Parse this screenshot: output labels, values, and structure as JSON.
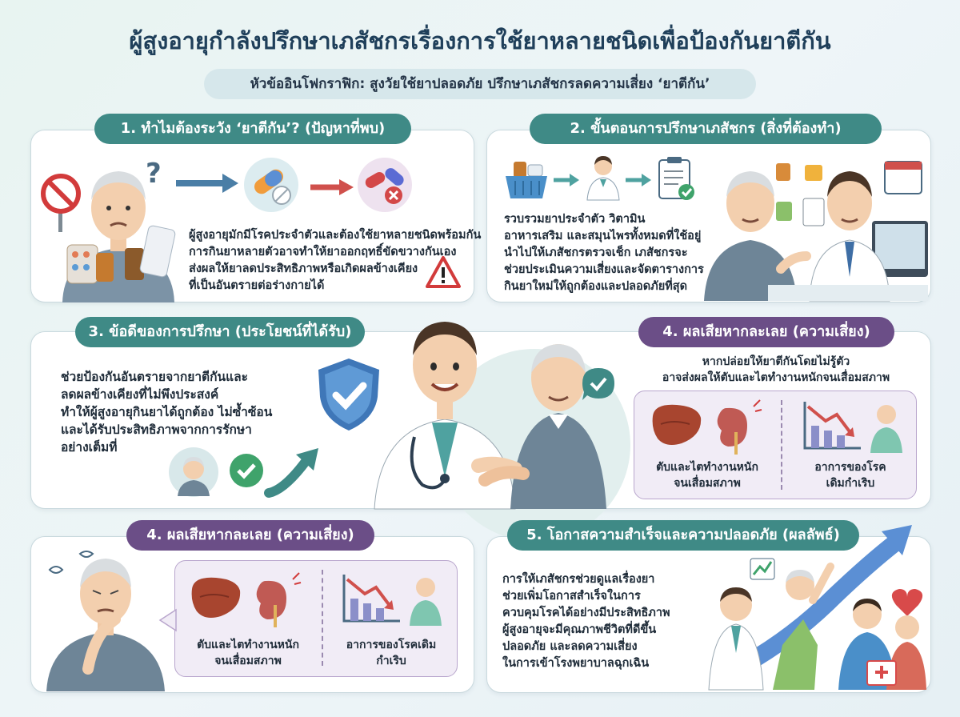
{
  "header": {
    "title": "ผู้สูงอายุกำลังปรึกษาเภสัชกรเรื่องการใช้ยาหลายชนิดเพื่อป้องกันยาตีกัน",
    "subtitle": "หัวข้ออินโฟกราฟิก: สูงวัยใช้ยาปลอดภัย ปรึกษาเภสัชกรลดความเสี่ยง ‘ยาตีกัน’"
  },
  "section1": {
    "heading": "1. ทำไมต้องระวัง ‘ยาตีกัน’? (ปัญหาที่พบ)",
    "lines": [
      "ผู้สูงอายุมักมีโรคประจำตัวและต้องใช้ยาหลายชนิดพร้อมกัน",
      "การกินยาหลายตัวอาจทำให้ยาออกฤทธิ์ขัดขวางกันเอง",
      "ส่งผลให้ยาลดประสิทธิภาพหรือเกิดผลข้างเคียง",
      "ที่เป็นอันตรายต่อร่างกายได้"
    ]
  },
  "section2": {
    "heading": "2. ขั้นตอนการปรึกษาเภสัชกร (สิ่งที่ต้องทำ)",
    "lines": [
      "รวบรวมยาประจำตัว วิตามิน",
      "อาหารเสริม และสมุนไพรทั้งหมดที่ใช้อยู่",
      "นำไปให้เภสัชกรตรวจเช็ก เภสัชกรจะ",
      "ช่วยประเมินความเสี่ยงและจัดตารางการ",
      "กินยาใหม่ให้ถูกต้องและปลอดภัยที่สุด"
    ]
  },
  "section3": {
    "heading": "3. ข้อดีของการปรึกษา (ประโยชน์ที่ได้รับ)",
    "lines": [
      "ช่วยป้องกันอันตรายจากยาตีกันและ",
      "ลดผลข้างเคียงที่ไม่พึงประสงค์",
      "ทำให้ผู้สูงอายุกินยาได้ถูกต้อง ไม่ซ้ำซ้อน",
      "และได้รับประสิทธิภาพจากการรักษา",
      "อย่างเต็มที่"
    ]
  },
  "section4a": {
    "heading": "4. ผลเสียหากละเลย (ความเสี่ยง)",
    "intro": [
      "หากปล่อยให้ยาตีกันโดยไม่รู้ตัว",
      "อาจส่งผลให้ตับและไตทำงานหนักจนเสื่อมสภาพ"
    ],
    "left_caption": [
      "ตับและไตทำงานหนัก",
      "จนเสื่อมสภาพ"
    ],
    "right_caption": [
      "อาการของโรค",
      "เดิมกำเริบ"
    ]
  },
  "section4b": {
    "heading": "4. ผลเสียหากละเลย (ความเสี่ยง)",
    "left_caption": [
      "ตับและไตทำงานหนัก",
      "จนเสื่อมสภาพ"
    ],
    "right_caption": [
      "อาการของโรคเดิม",
      "กำเริบ"
    ]
  },
  "section5": {
    "heading": "5. โอกาสความสำเร็จและความปลอดภัย (ผลลัพธ์)",
    "lines": [
      "การให้เภสัชกรช่วยดูแลเรื่องยา",
      "ช่วยเพิ่มโอกาสสำเร็จในการ",
      "ควบคุมโรคได้อย่างมีประสิทธิภาพ",
      "ผู้สูงอายุจะมีคุณภาพชีวิตที่ดีขึ้น",
      "ปลอดภัย และลดความเสี่ยง",
      "ในการเข้าโรงพยาบาลฉุกเฉิน"
    ]
  },
  "colors": {
    "teal": "#3f8a86",
    "purple": "#6b4e87",
    "title": "#1f3f5a"
  }
}
